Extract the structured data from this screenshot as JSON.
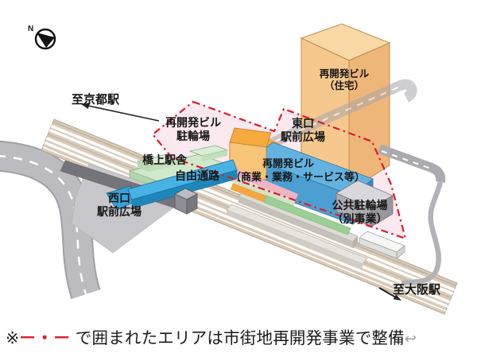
{
  "compass": {
    "north_label": "N"
  },
  "directions": {
    "to_kyoto": "至京都駅",
    "to_osaka": "至大阪駅"
  },
  "labels": {
    "redev_bicycle_line1": "再開発ビル",
    "redev_bicycle_line2": "駐輪場",
    "east_plaza_line1": "東口",
    "east_plaza_line2": "駅前広場",
    "residential_tower_line1": "再開発ビル",
    "residential_tower_line2": "（住宅）",
    "station_house": "橋上駅舎",
    "free_passage": "自由通路",
    "commercial_line1": "再開発ビル",
    "commercial_line2": "（商業・業務・サービス等）",
    "west_plaza_line1": "西口",
    "west_plaza_line2": "駅前広場",
    "public_bicycle_line1": "公共駐輪場",
    "public_bicycle_line2": "（別事業）"
  },
  "caption": {
    "prefix": "※",
    "dash_symbol": "ー・ー",
    "text": "で囲まれたエリアは市街地再開発事業で整備",
    "return_mark": "↩"
  },
  "palette": {
    "boundary_red": "#e11b2b",
    "area_pink": "#fce9f0",
    "track_tan": "#d9cab7",
    "road_gray": "#b9b9bd",
    "plaza_gray": "#c7c7cb",
    "walkway_blue": "#47b3e5",
    "station_green": "#cfe9ca",
    "tower_orange": "#f6c88e",
    "commercial_blue": "#4d9fd2",
    "mid_orange": "#f6a93e",
    "box_gray": "#d8d8dc"
  }
}
